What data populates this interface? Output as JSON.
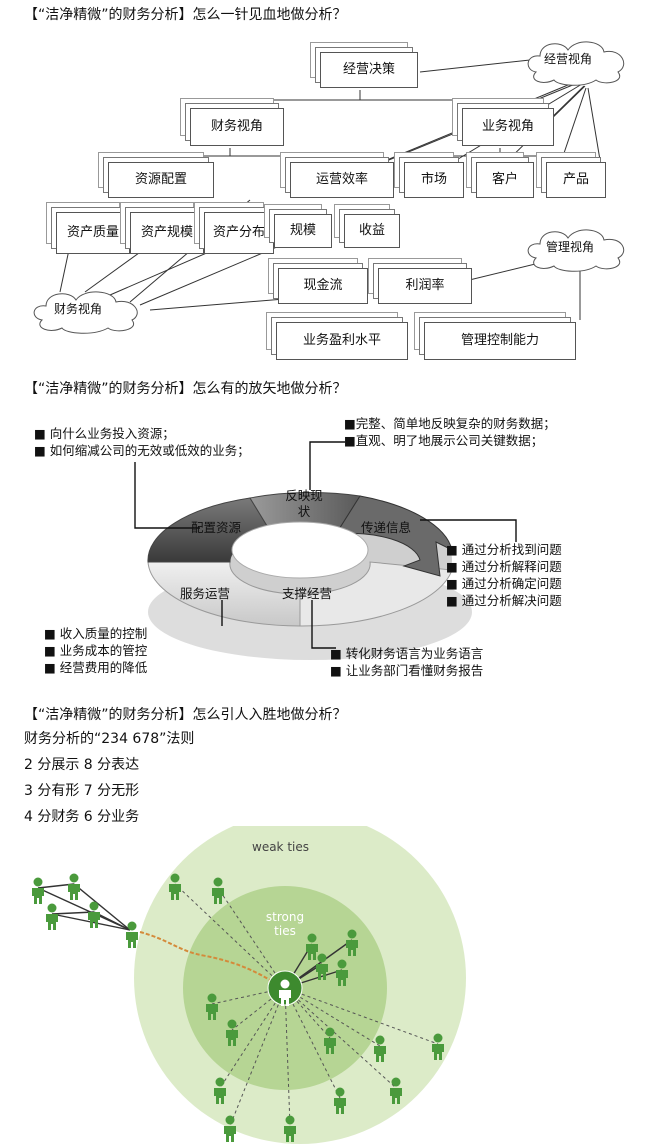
{
  "section1": {
    "heading": "【“洁净精微”的财务分析】怎么一针见血地做分析？",
    "boxes": {
      "decision": "经营决策",
      "finance_view": "财务视角",
      "business_view": "业务视角",
      "resource": "资源配置",
      "efficiency": "运营效率",
      "market": "市场",
      "customer": "客户",
      "product": "产品",
      "asset_quality": "资产质量",
      "asset_scale": "资产规模",
      "asset_dist": "资产分布",
      "scale": "规模",
      "revenue": "收益",
      "cashflow": "现金流",
      "profit_rate": "利润率",
      "biz_profit": "业务盈利水平",
      "mgmt_control": "管理控制能力"
    },
    "clouds": {
      "operation_view": "经营视角",
      "management_view": "管理视角",
      "financial_view": "财务视角"
    }
  },
  "section2": {
    "heading": "【“洁净精微”的财务分析】怎么有的放矢地做分析？",
    "ring": {
      "config": "配置资源",
      "reflect": "反映现状",
      "transmit": "传递信息",
      "serve": "服务运营",
      "support": "支撑经营"
    },
    "notes": {
      "left_top": [
        "■ 向什么业务投入资源；",
        "■ 如何缩减公司的无效或低效的业务；"
      ],
      "top_right": [
        "■完整、简单地反映复杂的财务数据；",
        "■直观、明了地展示公司关键数据；"
      ],
      "right": [
        "■ 通过分析找到问题",
        "■ 通过分析解释问题",
        "■ 通过分析确定问题",
        "■ 通过分析解决问题"
      ],
      "bottom_left": [
        "■ 收入质量的控制",
        "■ 业务成本的管控",
        "■ 经营费用的降低"
      ],
      "bottom_right": [
        "■ 转化财务语言为业务语言",
        "■ 让业务部门看懂财务报告"
      ]
    }
  },
  "section3": {
    "heading": "【“洁净精微”的财务分析】怎么引人入胜地做分析？",
    "lines": [
      "财务分析的“234 678”法则",
      "2 分展示 8 分表达",
      "3 分有形 7 分无形",
      "4 分财务 6 分业务"
    ],
    "diagram": {
      "weak": "weak ties",
      "strong_1": "strong",
      "strong_2": "ties"
    }
  },
  "colors": {
    "outer_ring": "#dcebc8",
    "inner_ring": "#b6d594",
    "person": "#4a9a3c",
    "center": "#3d8a2e"
  }
}
